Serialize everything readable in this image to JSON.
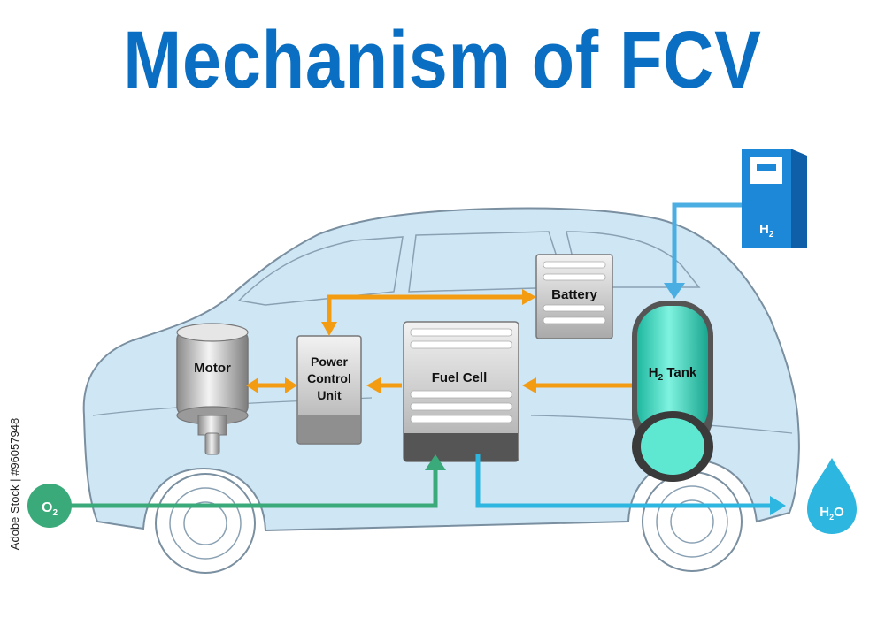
{
  "title": "Mechanism of FCV",
  "stock_id": "Adobe Stock | #96057948",
  "components": {
    "motor": "Motor",
    "pcu_line1": "Power",
    "pcu_line2": "Control",
    "pcu_line3": "Unit",
    "fuel_cell": "Fuel Cell",
    "battery": "Battery",
    "h2_tank_main": "H",
    "h2_tank_sub": "2",
    "h2_tank_suffix": " Tank",
    "h2_station_main": "H",
    "h2_station_sub": "2",
    "o2_main": "O",
    "o2_sub": "2",
    "h2o_main": "H",
    "h2o_sub": "2",
    "h2o_suffix": "O"
  },
  "colors": {
    "title": "#0a6fc2",
    "car_fill": "#cfe6f5",
    "car_outline": "#7a8fa0",
    "power_arrow": "#f39c12",
    "oxygen": "#3aaa7a",
    "water": "#2cb6e0",
    "hydrogen_line": "#4aaee3",
    "station": "#1e88d8",
    "tank": "#3fd9c2"
  }
}
